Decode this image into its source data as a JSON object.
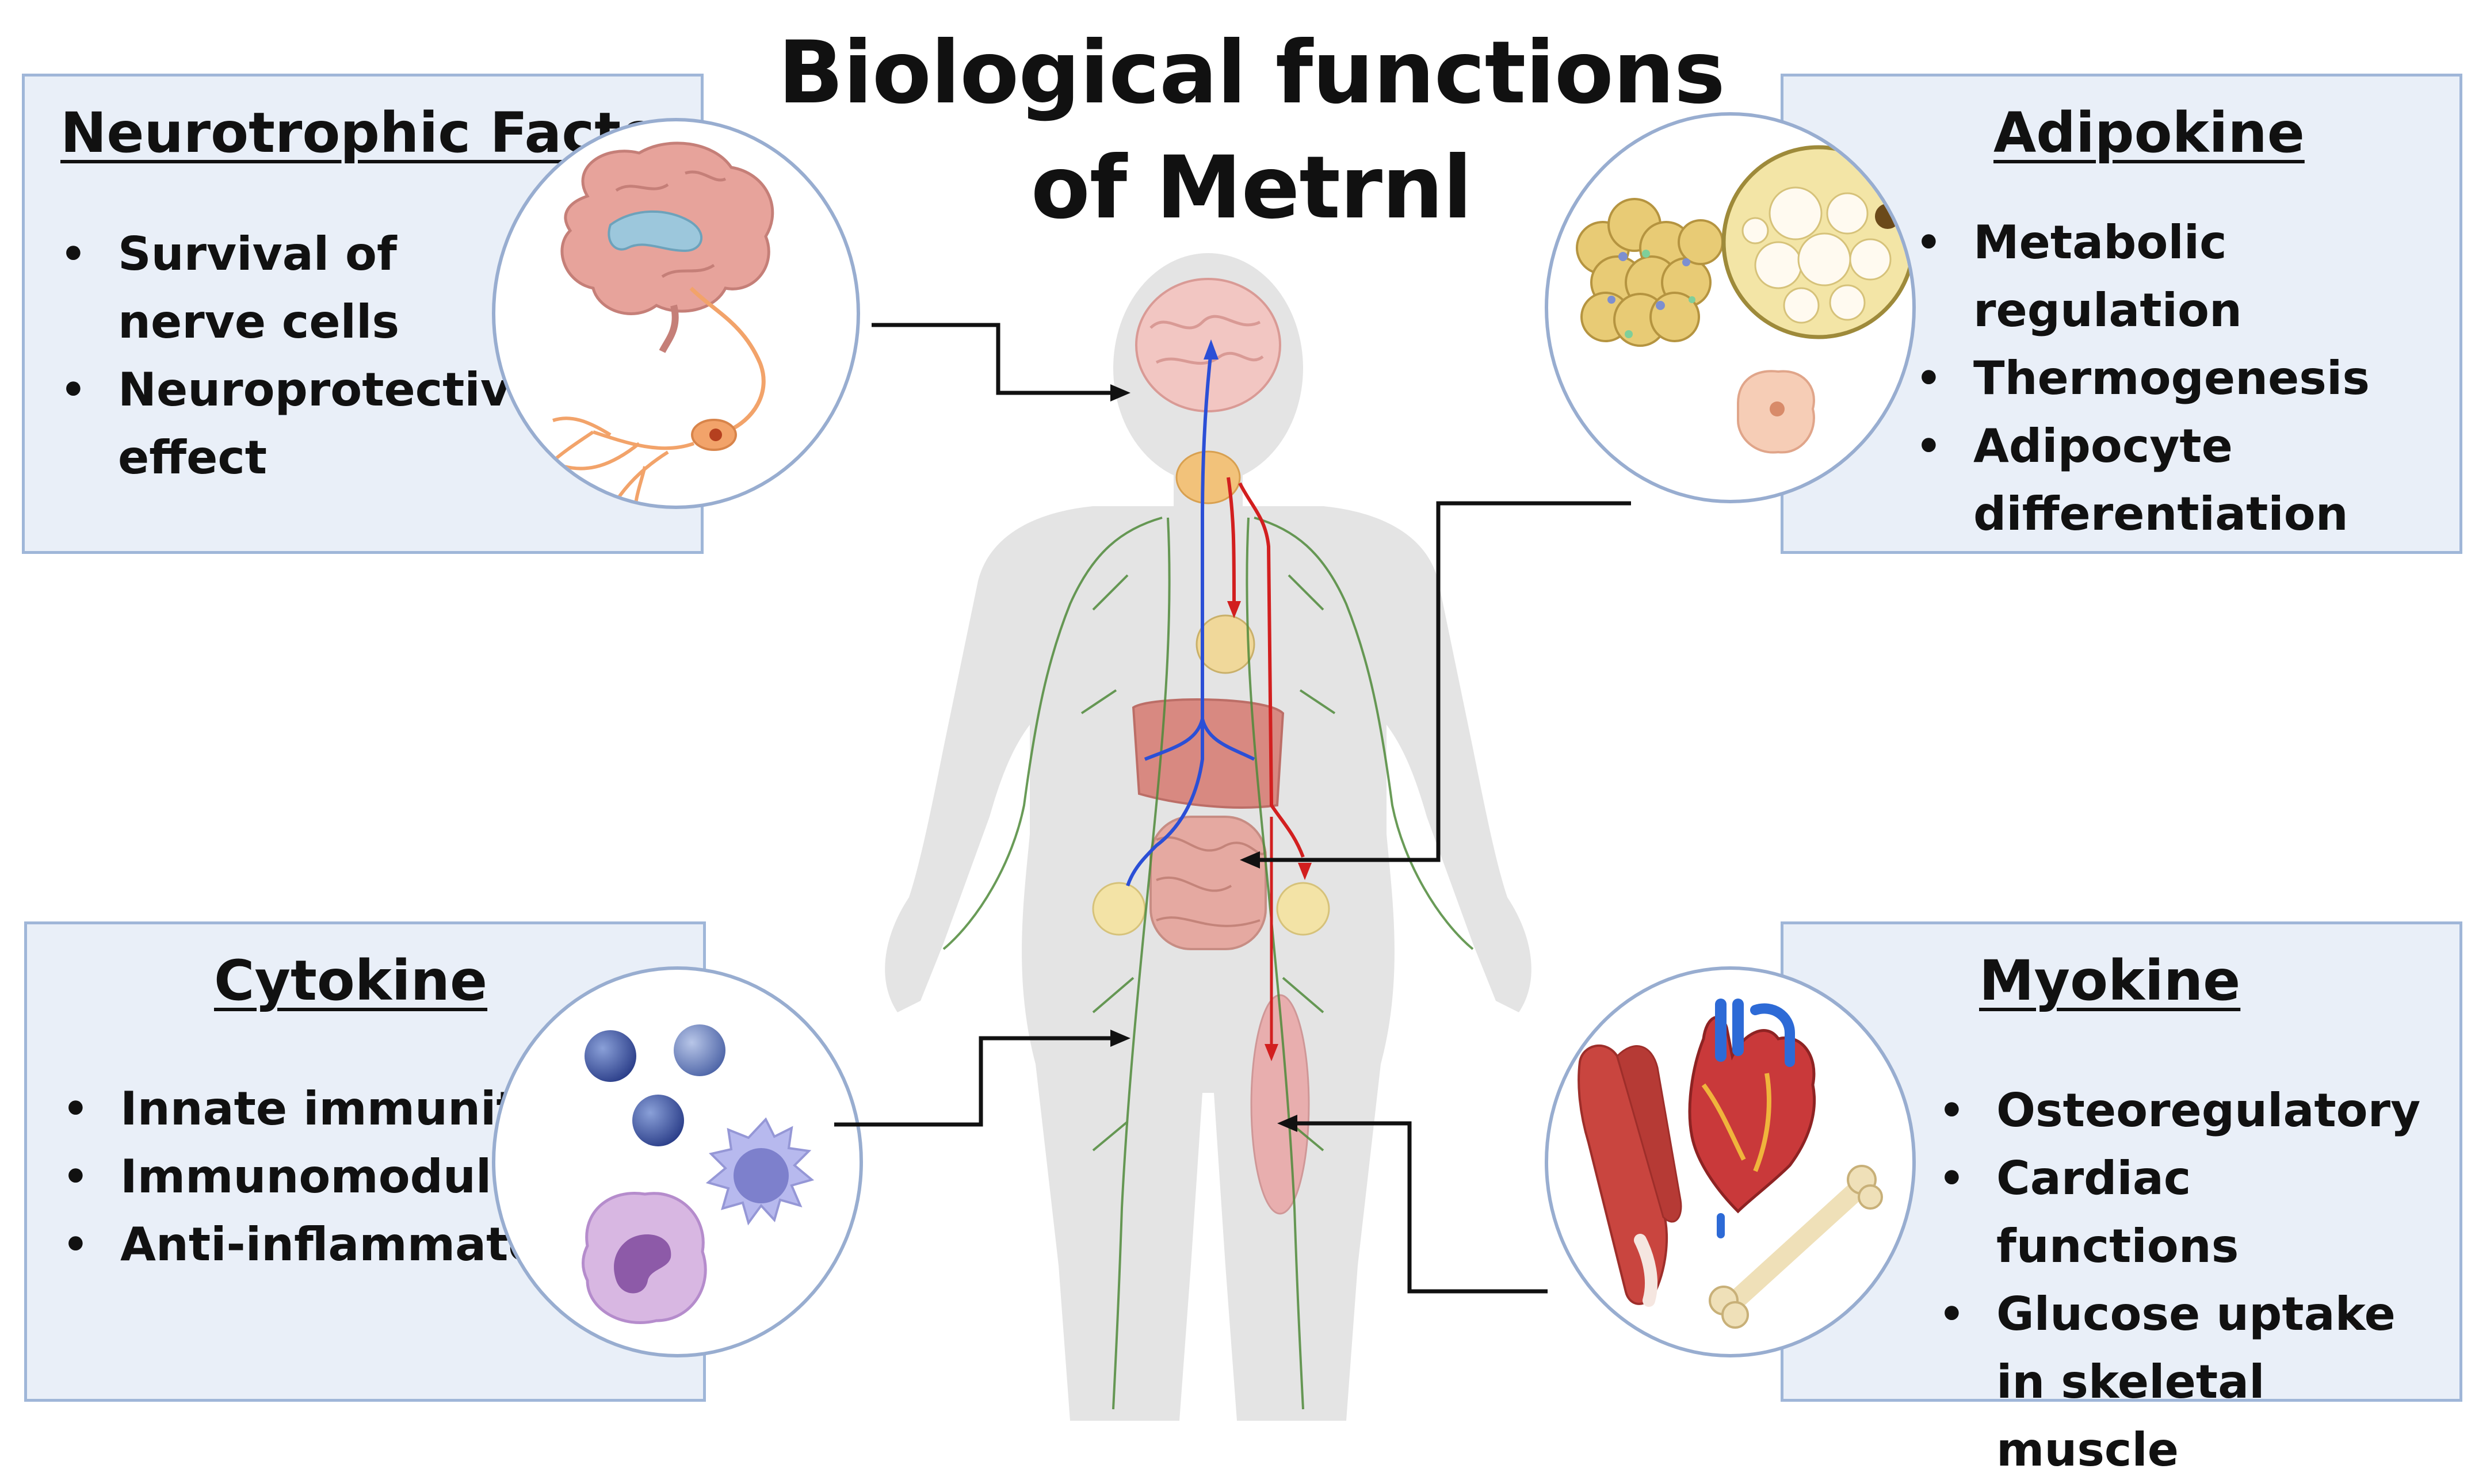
{
  "title": {
    "line1": "Biological functions",
    "line2": "of Metrnl"
  },
  "panels": {
    "neurotrophic": {
      "title": "Neurotrophic Factor",
      "items": [
        "Survival of nerve cells",
        "Neuroprotective effect"
      ]
    },
    "adipokine": {
      "title": "Adipokine",
      "items": [
        "Metabolic regulation",
        "Thermogenesis",
        "Adipocyte differentiation"
      ]
    },
    "cytokine": {
      "title": "Cytokine",
      "items": [
        "Innate immunity",
        "Immunomodulatory",
        "Anti-inflammatory"
      ]
    },
    "myokine": {
      "title": "Myokine",
      "items": [
        "Osteoregulatory",
        "Cardiac functions",
        "Glucose uptake in skeletal muscle"
      ]
    }
  },
  "icons": {
    "brain": "brain-neuron-icon",
    "fat": "adipocyte-icon",
    "immune": "immune-cells-icon",
    "muscle": "muscle-heart-bone-icon",
    "body": "human-body-icon"
  },
  "colors": {
    "panel_fill": "#e9eff8",
    "panel_border": "#9fb6d8",
    "arrow": "#111111",
    "vein": "#2b4fd6",
    "artery": "#d21f1f",
    "lymph": "#4f8a3a"
  }
}
